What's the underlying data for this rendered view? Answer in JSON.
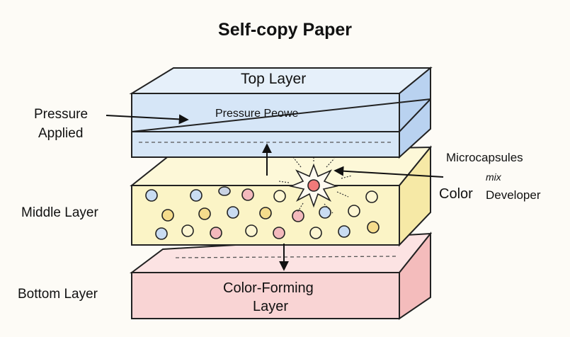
{
  "title": "Self-copy Paper",
  "labels": {
    "top_layer": "Top Layer",
    "pressure_box": "Pressure Peowe",
    "pressure_applied_line1": "Pressure",
    "pressure_applied_line2": "Applied",
    "middle_layer": "Middle Layer",
    "bottom_layer": "Bottom Layer",
    "color_forming_line1": "Color-Forming",
    "color_forming_line2": "Layer",
    "microcapsules": "Microcapsules",
    "mix": "mix",
    "color": "Color",
    "developer": "Developer"
  },
  "colors": {
    "top_layer": "#d6e6f7",
    "middle_layer": "#fbf4c6",
    "bottom_layer": "#f9d4d4",
    "capsule_blue": "#c9dcf2",
    "capsule_yellow": "#f5dc8c",
    "capsule_pink": "#f3b9bc",
    "capsule_cream": "#fdf6d2",
    "burst": "#f07a7a"
  }
}
